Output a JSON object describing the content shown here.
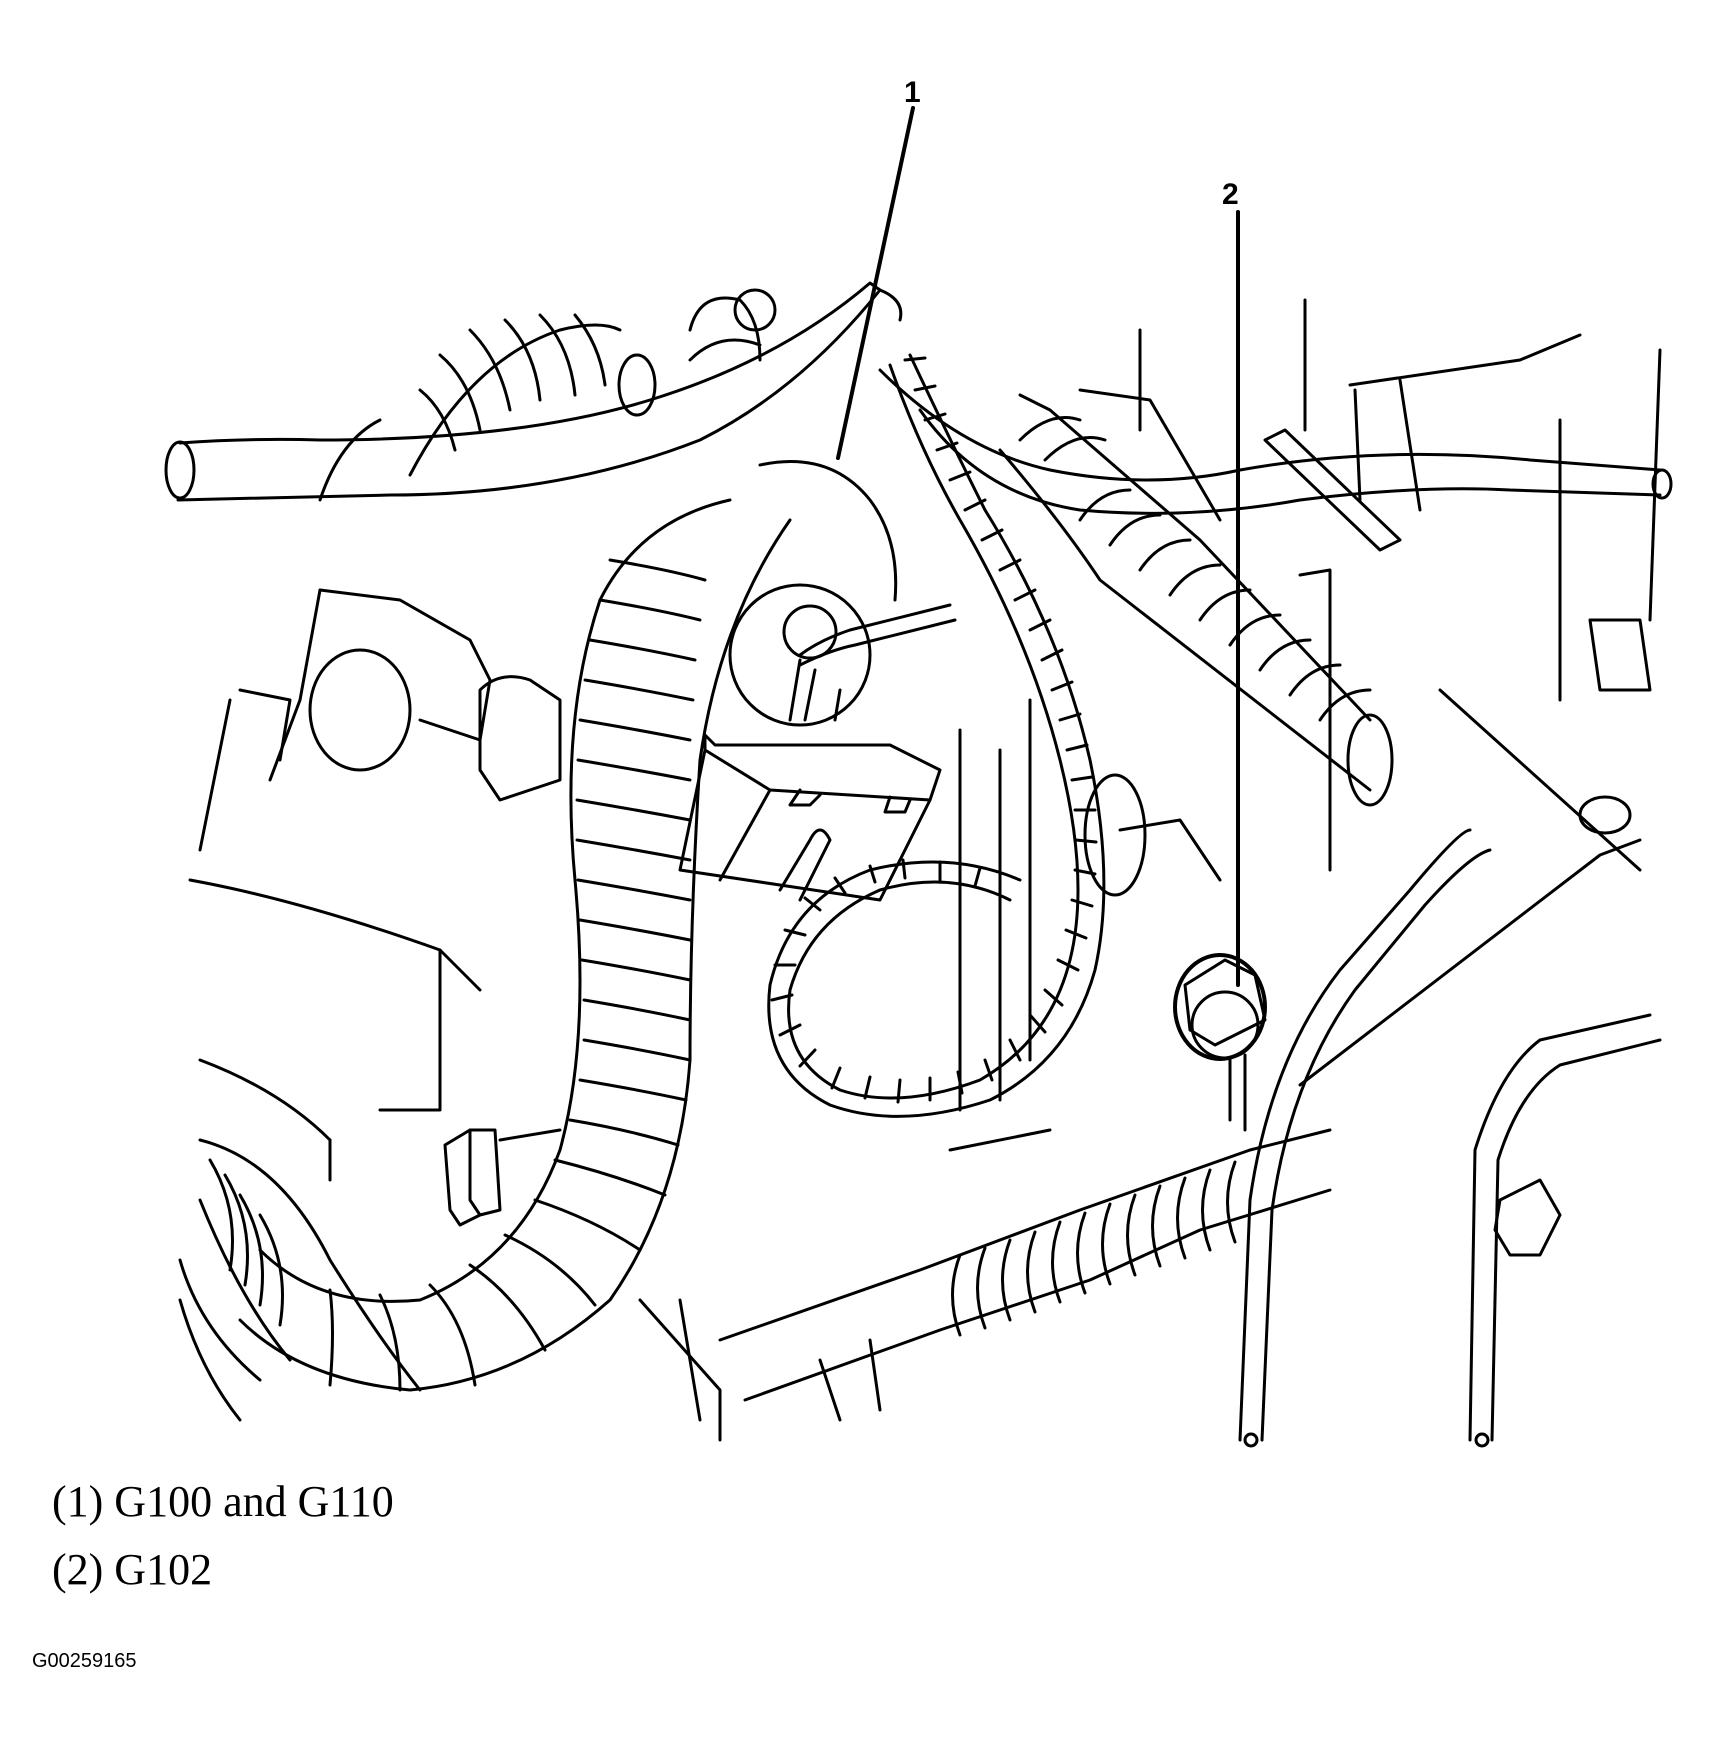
{
  "diagram": {
    "type": "automotive component location illustration",
    "colors": {
      "line": "#000000",
      "background": "#ffffff"
    },
    "callouts": [
      {
        "number": "1",
        "label": "G100 and G110"
      },
      {
        "number": "2",
        "label": "G102"
      }
    ]
  },
  "legend": {
    "items": [
      {
        "text": "(1) G100 and G110"
      },
      {
        "text": "(2) G102"
      }
    ]
  },
  "figure_id": "G00259165"
}
